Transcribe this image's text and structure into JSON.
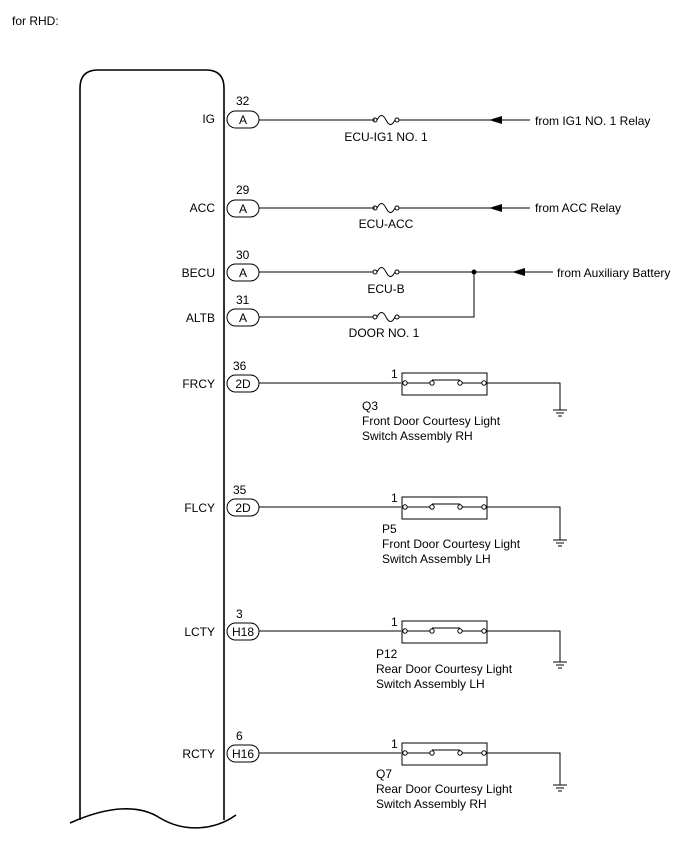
{
  "caption": "for RHD:",
  "pins": [
    {
      "name": "IG",
      "pin": "32",
      "connector": "A"
    },
    {
      "name": "ACC",
      "pin": "29",
      "connector": "A"
    },
    {
      "name": "BECU",
      "pin": "30",
      "connector": "A"
    },
    {
      "name": "ALTB",
      "pin": "31",
      "connector": "A"
    },
    {
      "name": "FRCY",
      "pin": "36",
      "connector": "2D"
    },
    {
      "name": "FLCY",
      "pin": "35",
      "connector": "2D"
    },
    {
      "name": "LCTY",
      "pin": "3",
      "connector": "H18"
    },
    {
      "name": "RCTY",
      "pin": "6",
      "connector": "H16"
    }
  ],
  "fuses": [
    {
      "label": "ECU-IG1 NO. 1"
    },
    {
      "label": "ECU-ACC"
    },
    {
      "label": "ECU-B"
    },
    {
      "label": "DOOR NO. 1"
    }
  ],
  "sources": [
    {
      "label": "from IG1 NO. 1 Relay"
    },
    {
      "label": "from ACC Relay"
    },
    {
      "label": "from Auxiliary Battery"
    }
  ],
  "switches": [
    {
      "code": "Q3",
      "pin": "1",
      "line1": "Front Door Courtesy Light",
      "line2": "Switch Assembly RH"
    },
    {
      "code": "P5",
      "pin": "1",
      "line1": "Front Door Courtesy Light",
      "line2": "Switch Assembly LH"
    },
    {
      "code": "P12",
      "pin": "1",
      "line1": "Rear Door Courtesy Light",
      "line2": "Switch Assembly LH"
    },
    {
      "code": "Q7",
      "pin": "1",
      "line1": "Rear Door Courtesy Light",
      "line2": "Switch Assembly RH"
    }
  ]
}
